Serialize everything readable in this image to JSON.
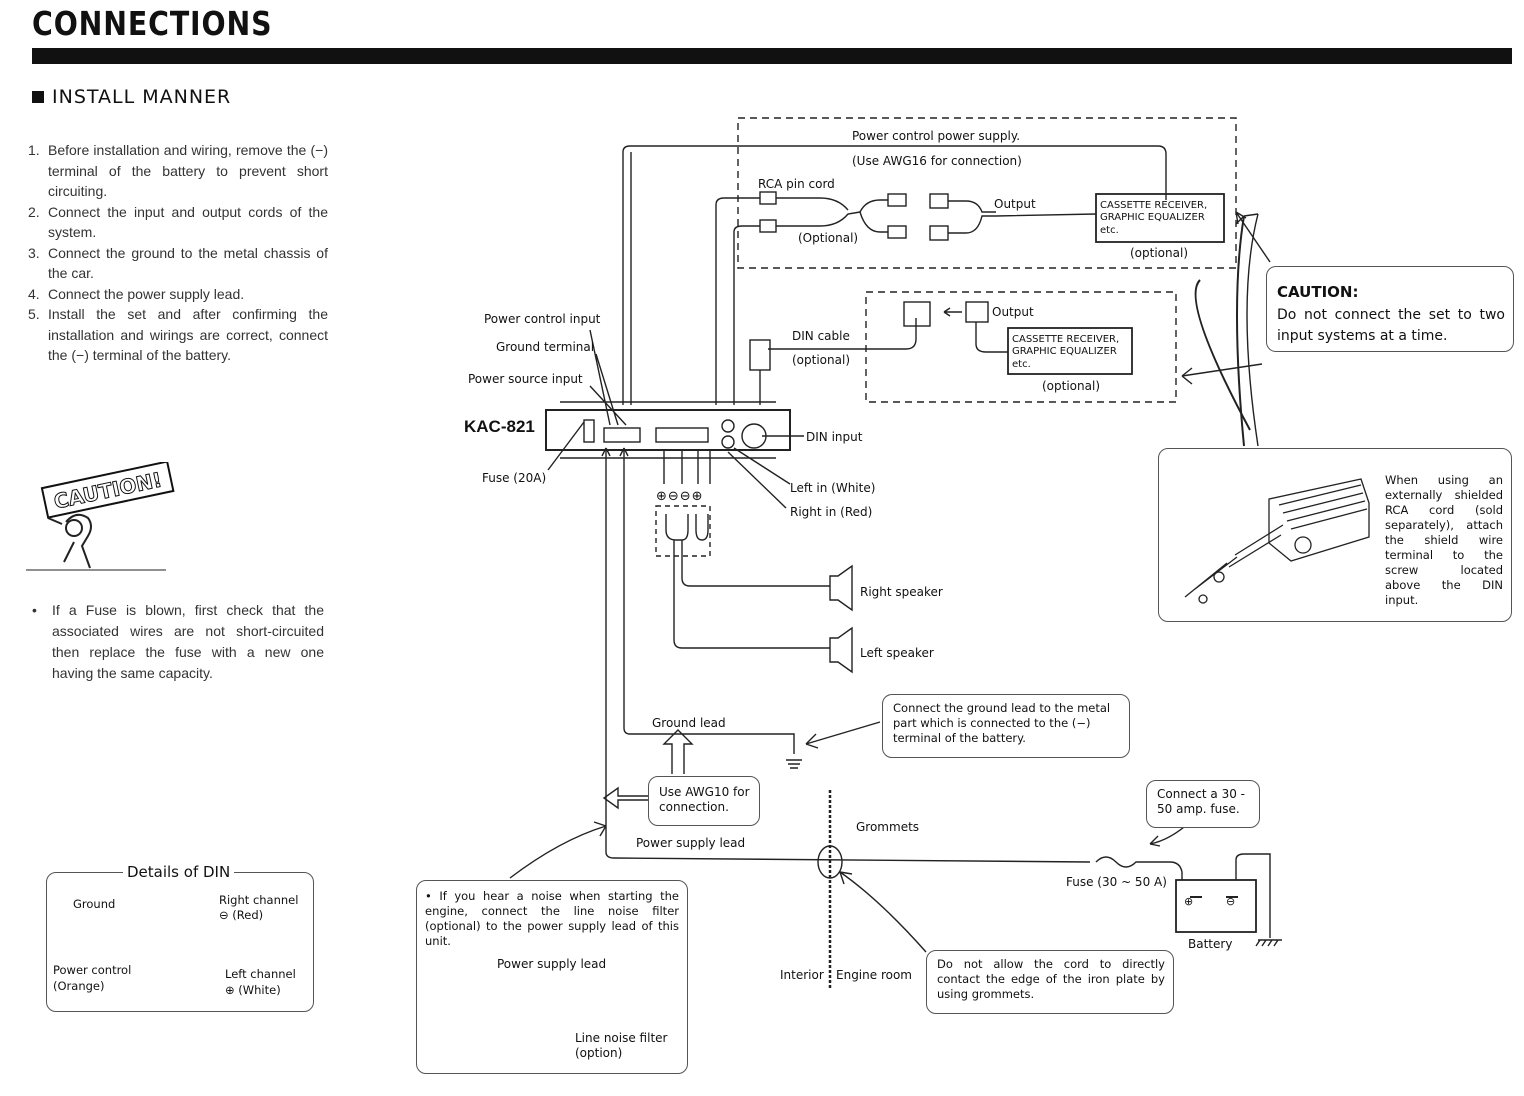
{
  "header": {
    "title": "CONNECTIONS",
    "section": "INSTALL MANNER"
  },
  "steps": [
    {
      "num": "1.",
      "text": "Before installation and wiring, remove the (−) terminal of the battery to prevent short circuiting."
    },
    {
      "num": "2.",
      "text": "Connect the input and output cords of the system."
    },
    {
      "num": "3.",
      "text": "Connect the ground to the metal chassis of the car."
    },
    {
      "num": "4.",
      "text": "Connect the power supply lead."
    },
    {
      "num": "5.",
      "text": "Install the set and after confirming the installation and wirings are correct, connect the (−) terminal of the battery."
    }
  ],
  "caution_sticker": "CAUTION!",
  "fuse_note": {
    "bullet": "•",
    "text": "If a Fuse is blown, first check that the associated wires are not short-circuited then replace the fuse with a new one having the same capacity."
  },
  "din_details": {
    "title": "Details of DIN",
    "ground": "Ground",
    "right_channel": "Right channel",
    "right_color": "⊖ (Red)",
    "power_control": "Power control",
    "power_color": "(Orange)",
    "left_channel": "Left channel",
    "left_color": "⊕ (White)"
  },
  "labels": {
    "power_control_supply": "Power control power supply.",
    "use_awg16": "(Use AWG16 for connection)",
    "rca_pin_cord": "RCA pin cord",
    "optional_rca": "(Optional)",
    "output_top": "Output",
    "receiver_top": [
      "CASSETTE RECEIVER,",
      "GRAPHIC EQUALIZER",
      "etc."
    ],
    "optional_top": "(optional)",
    "output_din": "Output",
    "din_cable": "DIN cable",
    "optional_din_cable": "(optional)",
    "receiver_din": [
      "CASSETTE RECEIVER,",
      "GRAPHIC EQUALIZER",
      "etc."
    ],
    "optional_din": "(optional)",
    "power_control_input": "Power control input",
    "ground_terminal": "Ground terminal",
    "power_source_input": "Power source input",
    "model": "KAC-821",
    "din_input": "DIN input",
    "fuse_20a": "Fuse (20A)",
    "left_in": "Left in (White)",
    "right_in": "Right in (Red)",
    "polarity": "⊕⊖⊖⊕",
    "right_speaker": "Right speaker",
    "left_speaker": "Left speaker",
    "ground_lead": "Ground lead",
    "power_supply_lead": "Power supply lead",
    "grommets": "Grommets",
    "interior": "Interior",
    "engine_room": "Engine room",
    "fuse_30_50": "Fuse (30 ~ 50 A)",
    "battery": "Battery",
    "battery_plus": "⊕",
    "battery_minus": "⊖"
  },
  "callouts": {
    "caution_title": "CAUTION:",
    "caution_text": "Do not connect the set to two input systems at a time.",
    "shield_text": "When using an externally shielded RCA cord (sold separately), attach the shield wire terminal to the screw located above the DIN input.",
    "ground_metal": "Connect the ground lead to the metal part which is connected to the (−) terminal of the battery.",
    "awg10": "Use AWG10 for connection.",
    "fuse_amp": "Connect a 30 - 50 amp. fuse.",
    "noise_text": "• If you hear a noise when starting the engine, connect the line noise filter (optional) to the power supply lead of this unit.",
    "noise_power_lead": "Power supply lead",
    "line_noise_filter": "Line noise filter (option)",
    "grommet_note": "Do not allow the cord to directly contact the edge of the iron plate by using grommets."
  }
}
